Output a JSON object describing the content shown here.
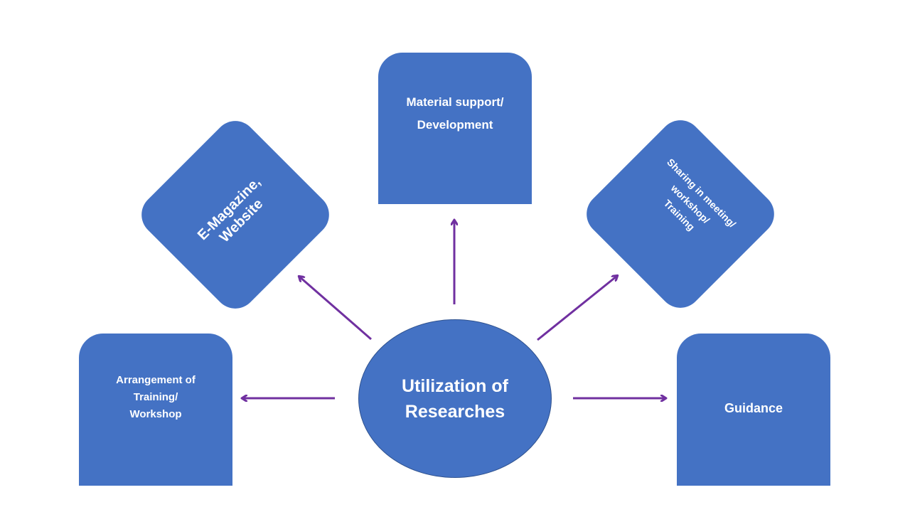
{
  "center": {
    "label": "Utilization of\nResearches"
  },
  "nodes": {
    "top": {
      "label": "Material support/\nDevelopment"
    },
    "upper_left": {
      "label": "E-Magazine,\nWebsite"
    },
    "upper_right": {
      "label": "Sharing in meeting/\nworkshop/\nTraining"
    },
    "lower_left": {
      "label": "Arrangement of\nTraining/\nWorkshop"
    },
    "lower_right": {
      "label": "Guidance"
    }
  },
  "colors": {
    "shape_fill": "#4472c4",
    "shape_text": "#ffffff",
    "arrow": "#7030a0",
    "ellipse_border": "#2f528f"
  }
}
